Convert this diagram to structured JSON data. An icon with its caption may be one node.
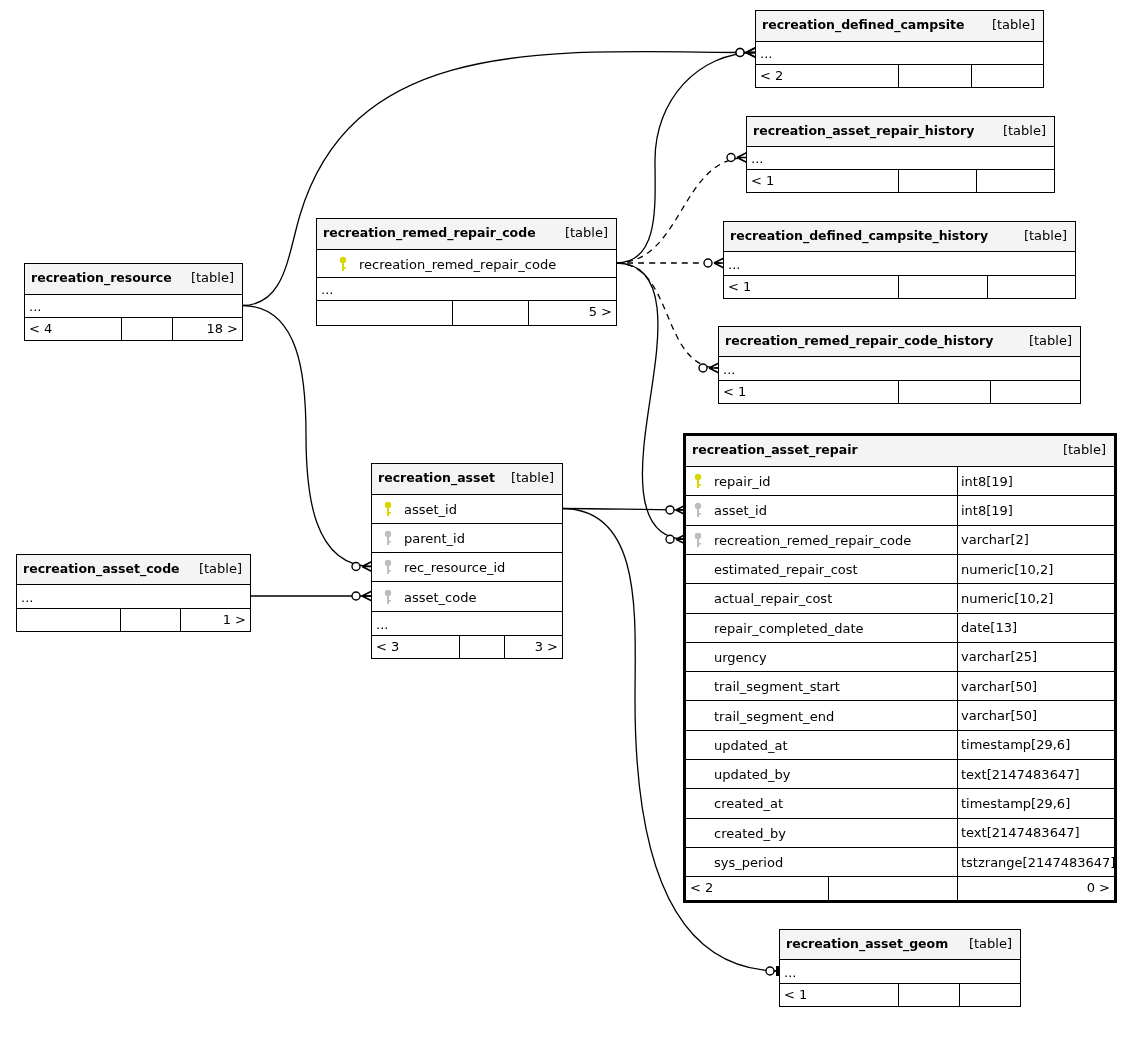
{
  "diagram": {
    "nodes": [
      {
        "text": [
          "recreation_defined_campsite",
          "[table]"
        ]
      },
      {
        "text": [
          "..."
        ],
        "in": 0
      },
      {
        "text": [
          "< 2"
        ],
        "in": 0
      },
      {
        "text": [
          "recreation_asset_repair_history",
          "[table]"
        ]
      },
      {
        "text": [
          "..."
        ],
        "in": 3
      },
      {
        "text": [
          "< 1"
        ],
        "in": 3
      },
      {
        "text": [
          "recreation_remed_repair_code",
          "[table]"
        ]
      },
      {
        "text": [
          "recreation_remed_repair_code"
        ],
        "in": 6
      },
      {
        "text": [
          "..."
        ],
        "in": 6
      },
      {
        "text": [
          "5 >"
        ],
        "in": 6
      },
      {
        "text": [
          "recreation_defined_campsite_history",
          "[table]"
        ]
      },
      {
        "text": [
          "..."
        ],
        "in": 10
      },
      {
        "text": [
          "< 1"
        ],
        "in": 10
      },
      {
        "text": [
          "recreation_resource",
          "[table]"
        ]
      },
      {
        "text": [
          "..."
        ],
        "in": 13
      },
      {
        "text": [
          "< 4",
          "18 >"
        ],
        "in": 13
      },
      {
        "text": [
          "recreation_remed_repair_code_history",
          "[table]"
        ]
      },
      {
        "text": [
          "..."
        ],
        "in": 16
      },
      {
        "text": [
          "< 1"
        ],
        "in": 16
      },
      {
        "text": [
          "recreation_asset_repair",
          "[table]"
        ]
      },
      {
        "text": [
          "repair_id",
          "int8[19]"
        ],
        "in": 19
      },
      {
        "text": [
          "asset_id",
          "int8[19]"
        ],
        "in": 19
      },
      {
        "text": [
          "recreation_remed_repair_code",
          "varchar[2]"
        ],
        "in": 19
      },
      {
        "text": [
          "estimated_repair_cost",
          "numeric[10,2]"
        ],
        "in": 19
      },
      {
        "text": [
          "actual_repair_cost",
          "numeric[10,2]"
        ],
        "in": 19
      },
      {
        "text": [
          "repair_completed_date",
          "date[13]"
        ],
        "in": 19
      },
      {
        "text": [
          "urgency",
          "varchar[25]"
        ],
        "in": 19
      },
      {
        "text": [
          "trail_segment_start",
          "varchar[50]"
        ],
        "in": 19
      },
      {
        "text": [
          "trail_segment_end",
          "varchar[50]"
        ],
        "in": 19
      },
      {
        "text": [
          "updated_at",
          "timestamp[29,6]"
        ],
        "in": 19
      },
      {
        "text": [
          "updated_by",
          "text[2147483647]"
        ],
        "in": 19
      },
      {
        "text": [
          "created_at",
          "timestamp[29,6]"
        ],
        "in": 19
      },
      {
        "text": [
          "created_by",
          "text[2147483647]"
        ],
        "in": 19
      },
      {
        "text": [
          "sys_period",
          "tstzrange[2147483647]"
        ],
        "in": 19
      },
      {
        "text": [
          "< 2",
          "0 >"
        ],
        "in": 19
      },
      {
        "text": [
          "recreation_asset",
          "[table]"
        ]
      },
      {
        "text": [
          "asset_id"
        ],
        "in": 35
      },
      {
        "text": [
          "parent_id"
        ],
        "in": 35
      },
      {
        "text": [
          "rec_resource_id"
        ],
        "in": 35
      },
      {
        "text": [
          "asset_code"
        ],
        "in": 35
      },
      {
        "text": [
          "..."
        ],
        "in": 35
      },
      {
        "text": [
          "< 3",
          "3 >"
        ],
        "in": 35
      },
      {
        "text": [
          "recreation_asset_code",
          "[table]"
        ]
      },
      {
        "text": [
          "..."
        ],
        "in": 42
      },
      {
        "text": [
          "1 >"
        ],
        "in": 42
      },
      {
        "text": [
          "recreation_asset_geom",
          "[table]"
        ]
      },
      {
        "text": [
          "..."
        ],
        "in": 45
      },
      {
        "text": [
          "< 1"
        ],
        "in": 45
      }
    ],
    "edges": [
      {
        "from": 14,
        "to": 1,
        "arrow": "other"
      },
      {
        "from": 14,
        "to": 38,
        "arrow": "other"
      },
      {
        "from": 7,
        "to": 1,
        "arrow": "other"
      },
      {
        "from": 7,
        "to": 4,
        "arrow": "other",
        "style": "dashed"
      },
      {
        "from": 7,
        "to": 11,
        "arrow": "other",
        "style": "dashed"
      },
      {
        "from": 7,
        "to": 17,
        "arrow": "other",
        "style": "dashed"
      },
      {
        "from": 7,
        "to": 22,
        "arrow": "other"
      },
      {
        "from": 36,
        "to": 21,
        "arrow": "other"
      },
      {
        "from": 36,
        "to": 46,
        "arrow": "other"
      },
      {
        "from": 43,
        "to": 39,
        "arrow": "other"
      }
    ]
  }
}
